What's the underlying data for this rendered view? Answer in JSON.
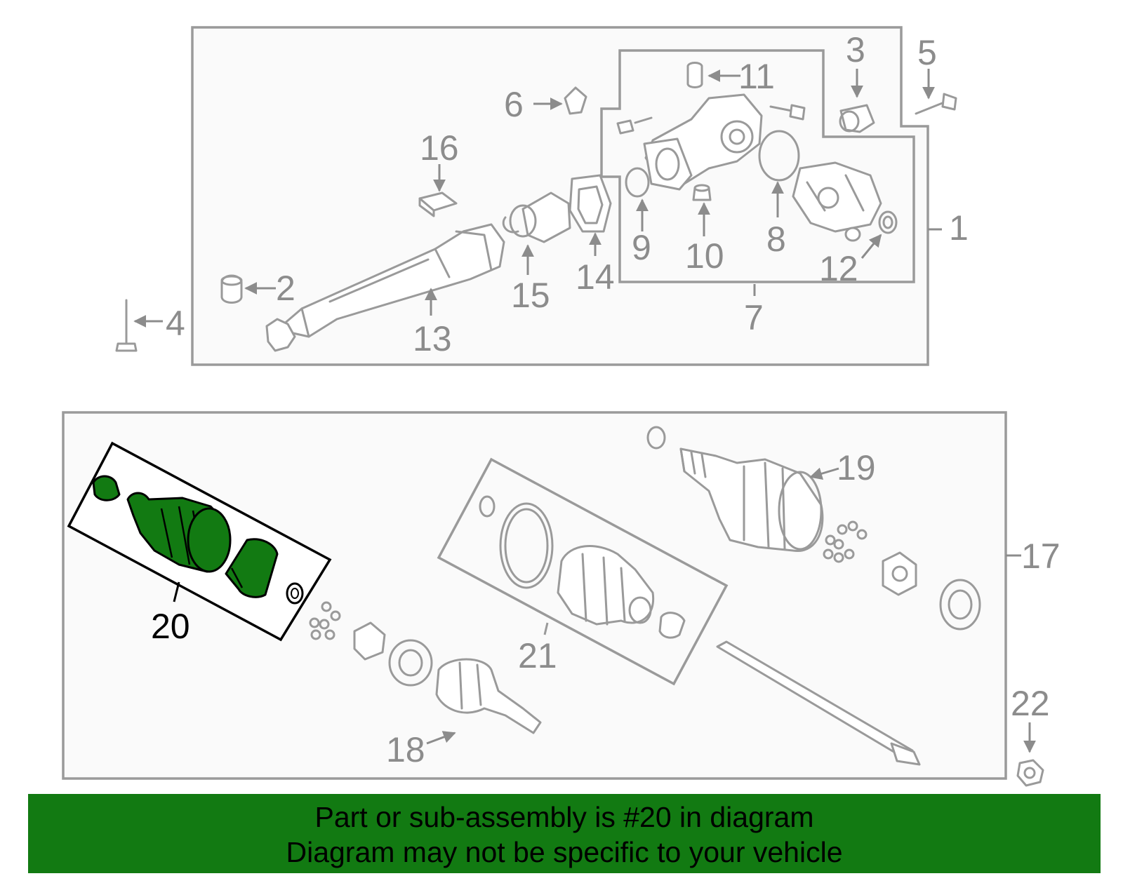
{
  "diagram": {
    "callouts": [
      "1",
      "2",
      "3",
      "4",
      "5",
      "6",
      "7",
      "8",
      "9",
      "10",
      "11",
      "12",
      "13",
      "14",
      "15",
      "16",
      "17",
      "18",
      "19",
      "20",
      "21",
      "22"
    ],
    "highlighted_part": "20",
    "highlight_color": "#127a12"
  },
  "banner": {
    "line1": "Part or sub-assembly is #20 in diagram",
    "line2": "Diagram may not be specific to your vehicle",
    "background": "#127a12"
  }
}
